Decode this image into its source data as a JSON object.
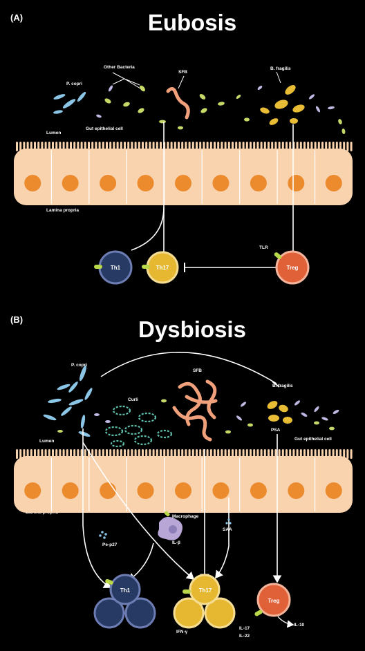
{
  "panel_a": {
    "label": "(A)",
    "title": "Eubosis",
    "bacteria": {
      "p_copri": "P. copri",
      "other": "Other Bacteria",
      "sfb": "SFB",
      "b_fragilis": "B. fragilis"
    },
    "regions": {
      "lumen": "Lumen",
      "gut_cell": "Gut epithelial cell",
      "lamina": "Lamina propria"
    },
    "cells": {
      "th1": "Th1",
      "th17": "Th17",
      "treg": "Treg"
    },
    "tlr": "TLR"
  },
  "panel_b": {
    "label": "(B)",
    "title": "Dysbiosis",
    "bacteria": {
      "p_copri": "P. copri",
      "cur": "Curli",
      "sfb": "SFB",
      "b_fragilis": "B. fragilis",
      "psa": "PSA"
    },
    "regions": {
      "lumen": "Lumen",
      "gut_cell": "Gut epithelial cell",
      "lamina": "Lamina propria"
    },
    "molecules": {
      "pe_p27": "Pe-p27",
      "macrophage": "Macrophage",
      "il1b": "IL-β",
      "saa": "SAA",
      "ifn": "IFN-γ",
      "il17": "IL-17",
      "il22": "IL-22",
      "il10": "IL-10"
    },
    "cells": {
      "th1": "Th1",
      "th17": "Th17",
      "treg": "Treg"
    }
  },
  "colors": {
    "background": "#000000",
    "epithelium": "#f9d3ae",
    "nucleus": "#ec8a2e",
    "th1": "#273a63",
    "th17": "#e6b832",
    "treg": "#e06038",
    "p_copri": "#8cc6e6",
    "sfb": "#f0a07a",
    "b_fragilis": "#e8bc35",
    "curli": "#5fbfad",
    "other_lime": "#c6d968",
    "other_purple": "#c0b8e2",
    "receptor": "#b8d84a",
    "macrophage": "#b7a6d6"
  }
}
